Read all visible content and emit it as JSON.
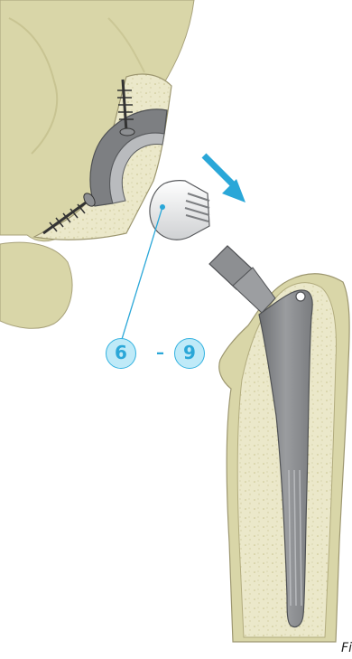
{
  "callout": {
    "start_number": "6",
    "separator": "–",
    "end_number": "9"
  },
  "caption": "Fi",
  "colors": {
    "bone": "#d9d6a8",
    "bone_dark": "#c9c48e",
    "cancellous": "#e9e6c6",
    "implant_dark": "#7d7f82",
    "implant_light": "#b9bbbe",
    "arrow_blue": "#2aa7d8"
  }
}
